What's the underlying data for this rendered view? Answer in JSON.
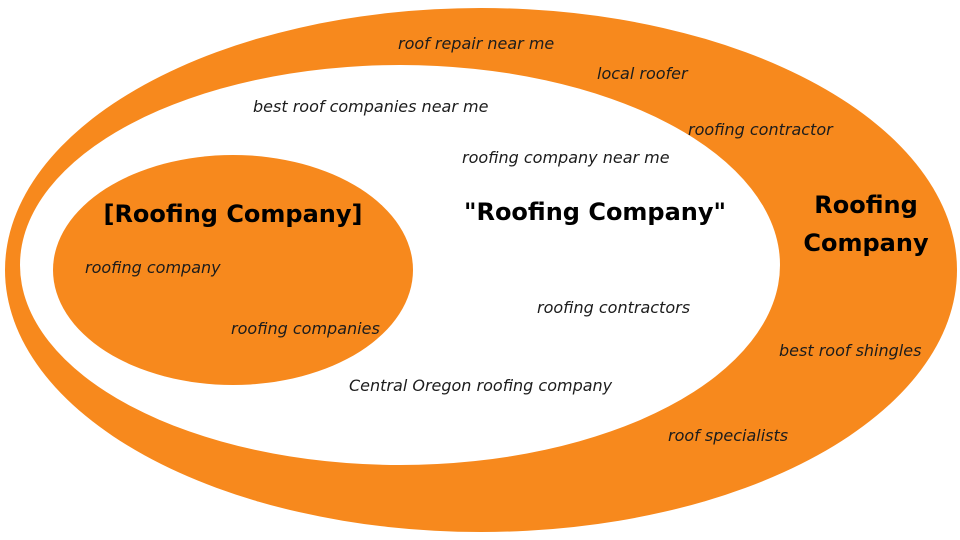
{
  "colors": {
    "outer_ring": "#f7891d",
    "middle_fill": "#ffffff",
    "inner_fill": "#f7891d",
    "text": "#1c1c1c",
    "heading": "#000000"
  },
  "broad": {
    "title_line1": "Roofing",
    "title_line2": "Company",
    "keywords": [
      "roof repair near me",
      "local roofer",
      "roofing contractor",
      "best roof shingles",
      "roof specialists"
    ]
  },
  "exact": {
    "title": "\"Roofing Company\"",
    "keywords": [
      "best roof companies near me",
      "roofing company near me",
      "roofing contractors",
      "Central Oregon roofing company"
    ]
  },
  "phrase": {
    "title": "[Roofing Company]",
    "keywords": [
      "roofing company",
      "roofing companies"
    ]
  }
}
